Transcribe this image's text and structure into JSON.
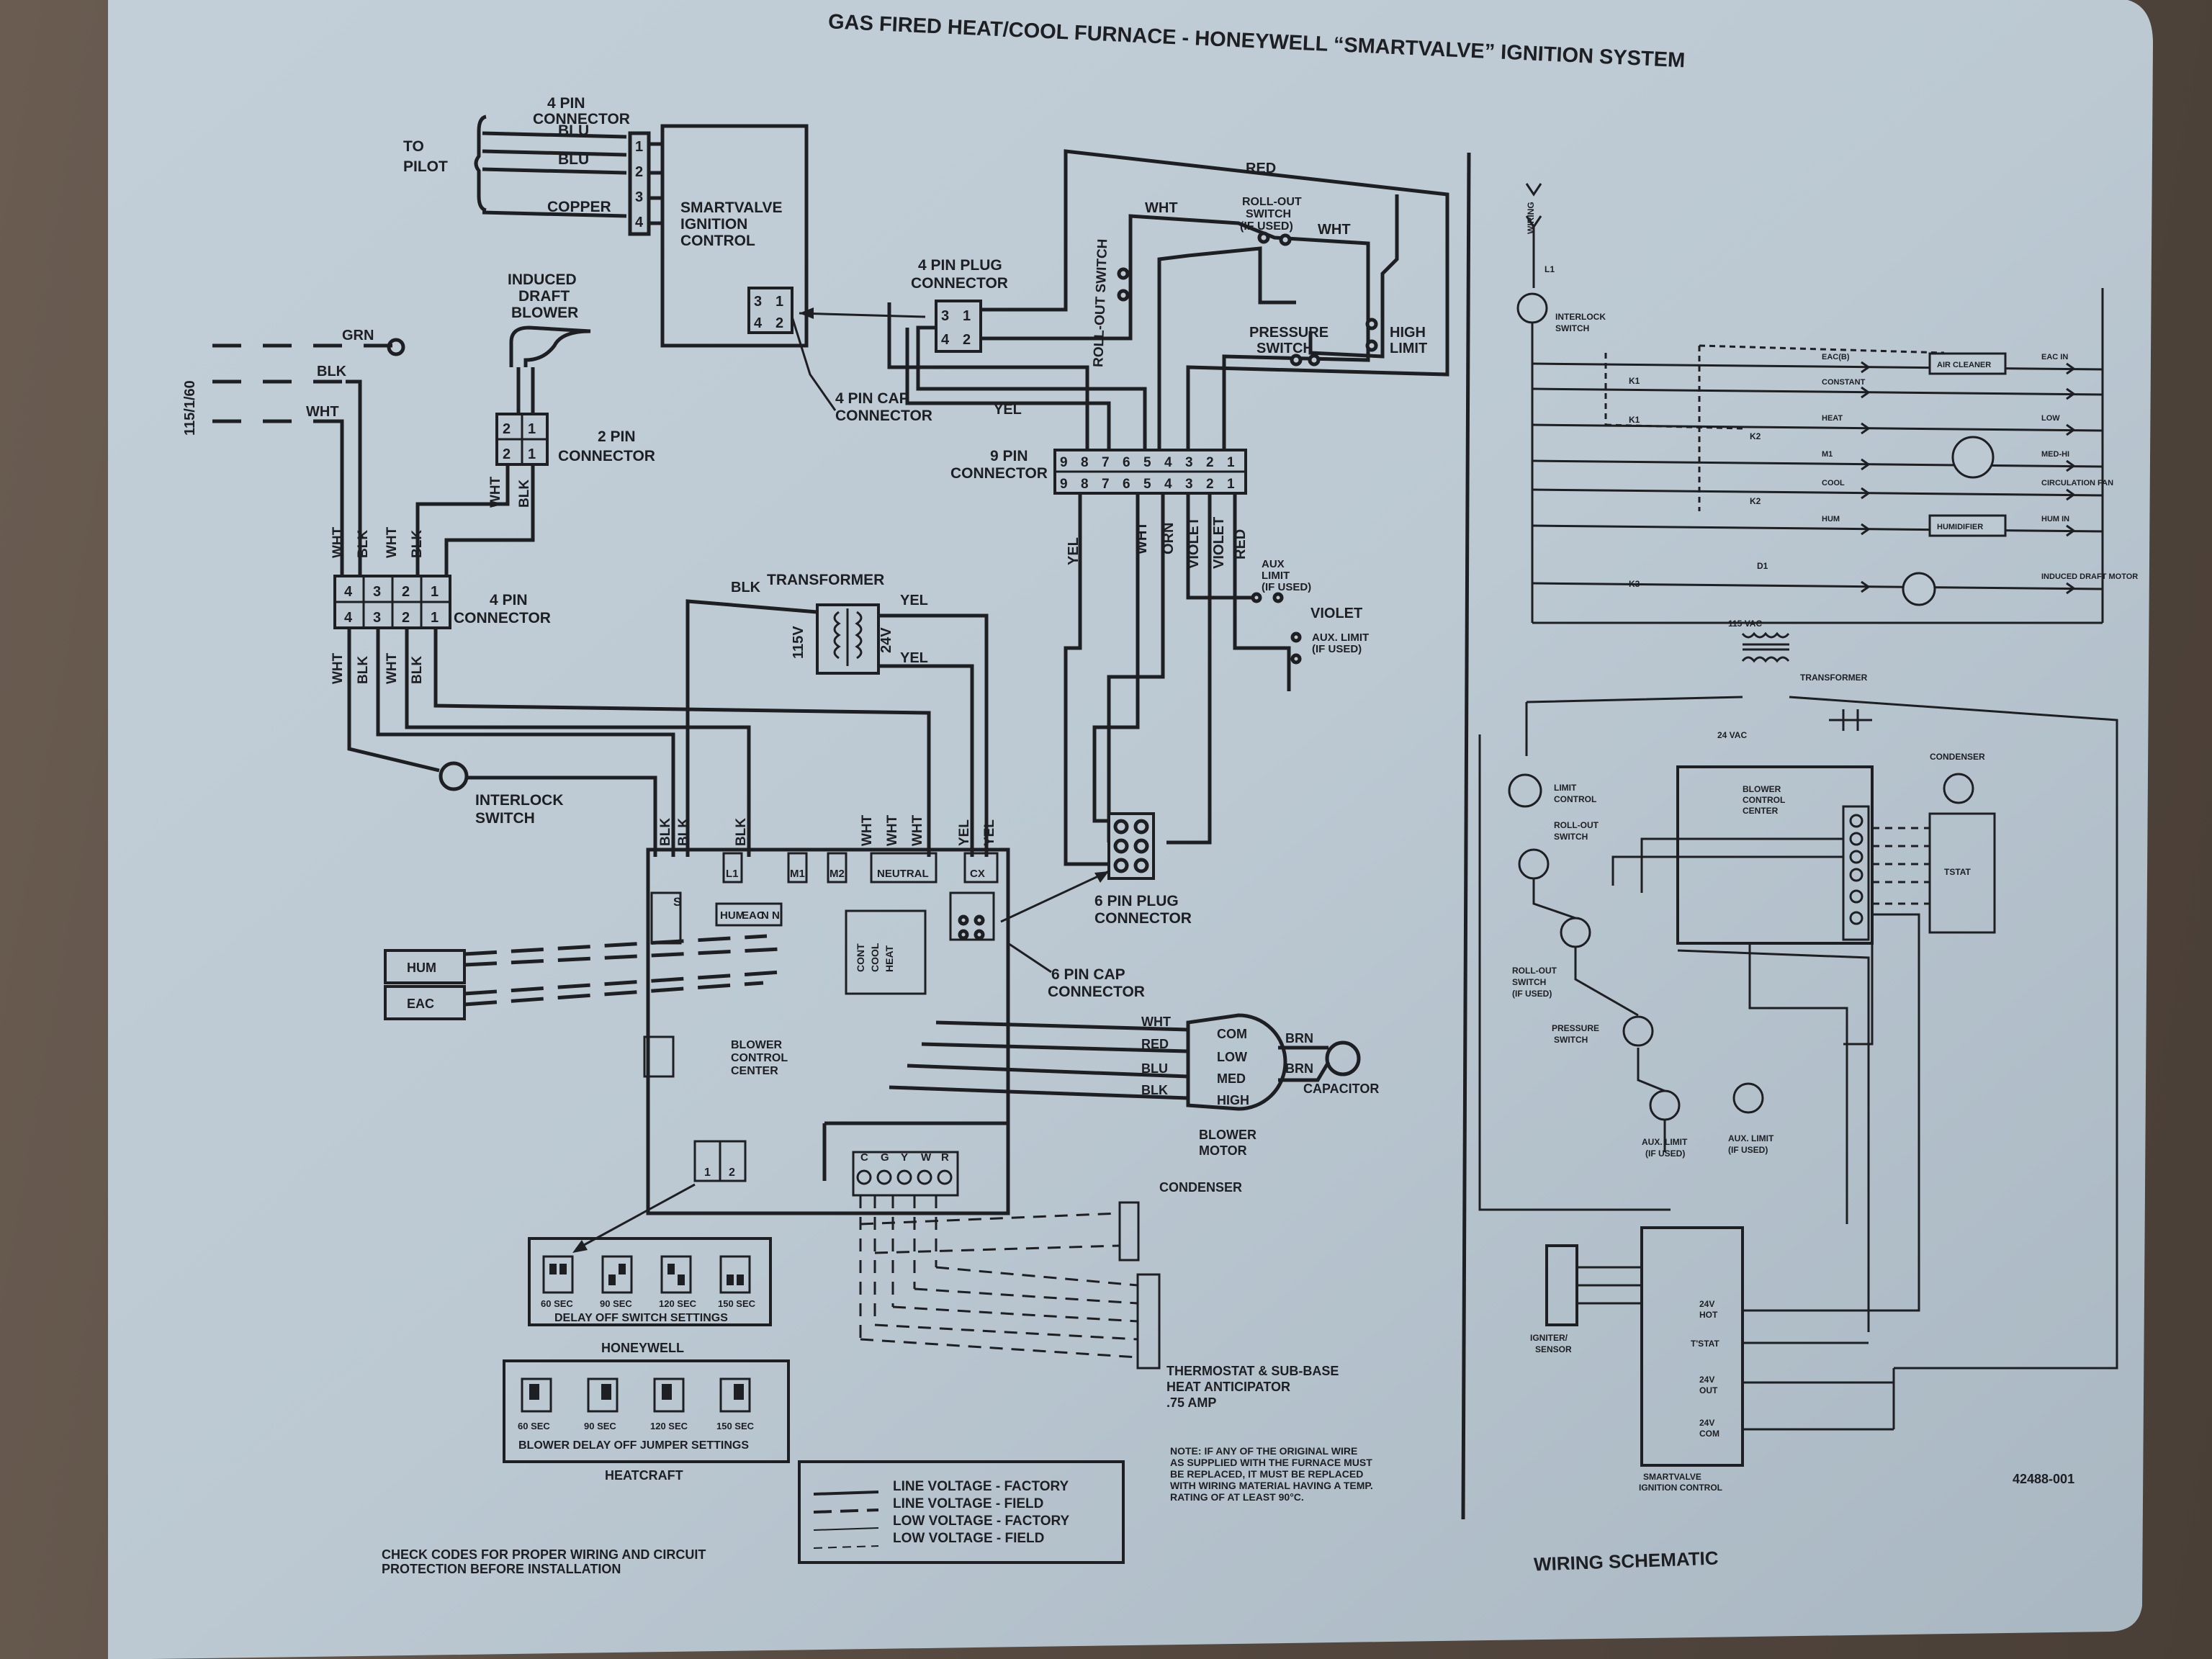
{
  "title": "GAS FIRED HEAT/COOL FURNACE - HONEYWELL “SMARTVALVE” IGNITION SYSTEM",
  "pilot": {
    "to": "TO",
    "pilot": "PILOT",
    "connector_a": "4 PIN",
    "connector_b": "CONNECTOR",
    "wires": [
      "BLU",
      "BLU",
      "COPPER"
    ],
    "pins": [
      "1",
      "2",
      "3",
      "4"
    ]
  },
  "smartvalve": {
    "l1": "SMARTVALVE",
    "l2": "IGNITION",
    "l3": "CONTROL",
    "pins": [
      "3",
      "1",
      "4",
      "2"
    ],
    "cap_a": "4 PIN CAP",
    "cap_b": "CONNECTOR"
  },
  "plug4": {
    "a": "4 PIN PLUG",
    "b": "CONNECTOR",
    "pins": [
      "3",
      "1",
      "4",
      "2"
    ]
  },
  "wires": {
    "red": "RED",
    "wht": "WHT",
    "yel": "YEL",
    "blk": "BLK",
    "grn": "GRN",
    "orn": "ORN",
    "violet": "VIOLET",
    "blu": "BLU",
    "brn": "BRN"
  },
  "switches": {
    "rollout_top_a": "ROLL-OUT",
    "rollout_top_b": "SWITCH",
    "rollout_top_c": "(IF USED)",
    "rollout_v": "ROLL-OUT SWITCH",
    "pressure_a": "PRESSURE",
    "pressure_b": "SWITCH",
    "high_a": "HIGH",
    "high_b": "LIMIT",
    "aux_a": "AUX",
    "aux_b": "LIMIT",
    "aux_c": "(IF USED)",
    "aux2_a": "AUX. LIMIT",
    "aux2_b": "(IF USED)"
  },
  "supply": "115/1/60",
  "induced": {
    "a": "INDUCED",
    "b": "DRAFT",
    "c": "BLOWER"
  },
  "conn2": {
    "a": "2 PIN",
    "b": "CONNECTOR",
    "pins": [
      "2",
      "1"
    ]
  },
  "conn9": {
    "a": "9 PIN",
    "b": "CONNECTOR",
    "pins": [
      "9",
      "8",
      "7",
      "6",
      "5",
      "4",
      "3",
      "2",
      "1"
    ],
    "wires": [
      "YEL",
      "WHT",
      "ORN",
      "VIOLET",
      "VIOLET",
      "VIOLET",
      "RED"
    ]
  },
  "conn4": {
    "a": "4 PIN",
    "b": "CONNECTOR",
    "pins": [
      "4",
      "3",
      "2",
      "1"
    ],
    "wires": [
      "WHT",
      "BLK",
      "WHT",
      "BLK"
    ]
  },
  "transformer": {
    "title": "TRANSFORMER",
    "v1": "115V",
    "v2": "24V"
  },
  "interlock": {
    "a": "INTERLOCK",
    "b": "SWITCH"
  },
  "board": {
    "terms": [
      "L1",
      "M1",
      "M2",
      "NEUTRAL",
      "CX",
      "HUM",
      "EAC",
      "N",
      "N"
    ],
    "relay": [
      "CONT",
      "COOL",
      "HEAT"
    ],
    "s": "S",
    "name_a": "BLOWER",
    "name_b": "CONTROL",
    "name_c": "CENTER",
    "dip": [
      "1",
      "2"
    ],
    "tstat": [
      "C",
      "G",
      "Y",
      "W",
      "R"
    ]
  },
  "hum": "HUM",
  "eac": "EAC",
  "plug6": {
    "a": "6 PIN PLUG",
    "b": "CONNECTOR"
  },
  "cap6": {
    "a": "6 PIN CAP",
    "b": "CONNECTOR"
  },
  "motor": {
    "taps": [
      "WHT",
      "RED",
      "BLU",
      "BLK"
    ],
    "speeds": [
      "COM",
      "LOW",
      "MED",
      "HIGH"
    ],
    "brn": [
      "BRN",
      "BRN"
    ],
    "cap": "CAPACITOR",
    "name_a": "BLOWER",
    "name_b": "MOTOR"
  },
  "condenser": "CONDENSER",
  "thermostat": {
    "a": "THERMOSTAT & SUB-BASE",
    "b": "HEAT ANTICIPATOR",
    "c": ".75 AMP"
  },
  "delay_hw": {
    "settings": [
      "60 SEC",
      "90 SEC",
      "120 SEC",
      "150 SEC"
    ],
    "caption": "DELAY OFF SWITCH SETTINGS",
    "brand": "HONEYWELL"
  },
  "delay_hc": {
    "settings": [
      "60 SEC",
      "90 SEC",
      "120 SEC",
      "150 SEC"
    ],
    "caption": "BLOWER DELAY OFF JUMPER SETTINGS",
    "brand": "HEATCRAFT"
  },
  "legend": [
    "LINE VOLTAGE - FACTORY",
    "LINE VOLTAGE - FIELD",
    "LOW VOLTAGE - FACTORY",
    "LOW VOLTAGE - FIELD"
  ],
  "check": [
    "CHECK CODES FOR PROPER WIRING AND CIRCUIT",
    "PROTECTION BEFORE INSTALLATION"
  ],
  "note": [
    "NOTE: IF ANY OF THE ORIGINAL WIRE",
    "AS SUPPLIED WITH THE FURNACE MUST",
    "BE REPLACED, IT MUST BE REPLACED",
    "WITH WIRING MATERIAL HAVING A TEMP.",
    "RATING OF AT LEAST 90°C."
  ],
  "ladder": {
    "wiring": "WIRING",
    "l1": "L1",
    "interlock": [
      "INTERLOCK",
      "SWITCH"
    ],
    "k1a": "K1",
    "k1b": "K1",
    "k2a": "K2",
    "k2b": "K2",
    "k3": "K3",
    "d1": "D1",
    "rows": [
      {
        "left": "EAC(B)",
        "box": "AIR CLEANER",
        "right": "EAC IN"
      },
      {
        "left": "CONSTANT",
        "box": "",
        "right": ""
      },
      {
        "left": "HEAT",
        "box": "",
        "right": "LOW"
      },
      {
        "left": "M1",
        "box": "",
        "right": "MED-HI"
      },
      {
        "left": "COOL",
        "box": "",
        "right": "CIRCULATION FAN"
      },
      {
        "left": "HUM",
        "box": "HUMIDIFIER",
        "right": "HUM IN"
      },
      {
        "left": "",
        "box": "",
        "right": "INDUCED DRAFT MOTOR"
      }
    ],
    "vac115": "115 VAC",
    "transformer": "TRANSFORMER",
    "vac24": "24 VAC",
    "limit": [
      "LIMIT",
      "CONTROL"
    ],
    "rollout1": [
      "ROLL-OUT",
      "SWITCH"
    ],
    "rollout2": [
      "ROLL-OUT",
      "SWITCH",
      "(IF USED)"
    ],
    "pressure": [
      "PRESSURE",
      "SWITCH"
    ],
    "aux1": [
      "AUX. LIMIT",
      "(IF USED)"
    ],
    "aux2": [
      "AUX. LIMIT",
      "(IF USED)"
    ],
    "bcc": [
      "BLOWER",
      "CONTROL",
      "CENTER"
    ],
    "condenser": "CONDENSER",
    "tstat": "TSTAT",
    "igniter": [
      "IGNITER/",
      "SENSOR"
    ],
    "sv_terms": [
      "24V",
      "HOT",
      "T'STAT",
      "24V",
      "OUT",
      "24V",
      "COM"
    ],
    "sv_name": [
      "SMARTVALVE",
      "IGNITION CONTROL"
    ],
    "part": "42488-001",
    "schematic": "WIRING SCHEMATIC"
  }
}
